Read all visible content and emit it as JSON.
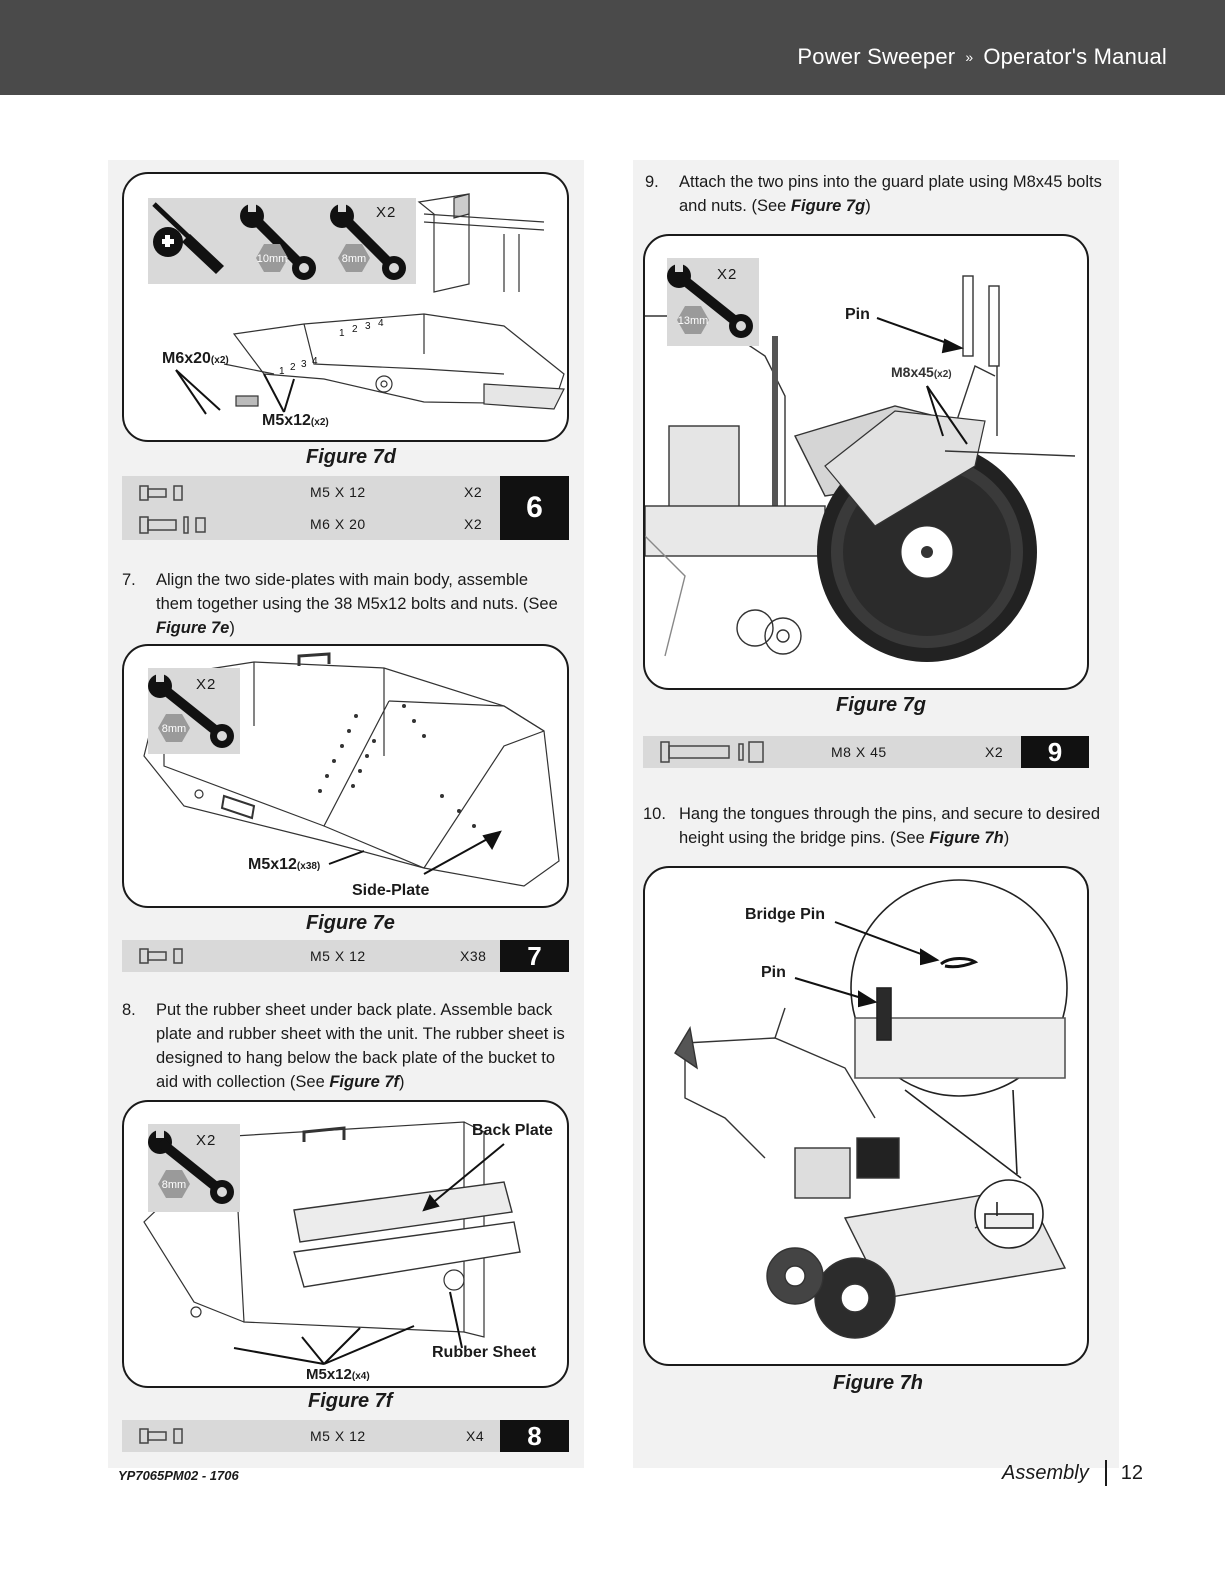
{
  "header": {
    "product": "Power Sweeper",
    "separator": "»",
    "manual": "Operator's Manual"
  },
  "left": {
    "fig7d": {
      "tool_qty": "X2",
      "tools": [
        "screwdriver-icon",
        "wrench-10mm-icon",
        "wrench-8mm-icon"
      ],
      "wrench1_size": "10mm",
      "wrench2_size": "8mm",
      "callout_a": "M6x20",
      "callout_a_qty": "(x2)",
      "callout_b": "M5x12",
      "callout_b_qty": "(x2)",
      "part_numbers": [
        "1",
        "2",
        "3",
        "4"
      ],
      "caption": "Figure 7d",
      "hardware": [
        {
          "spec": "M5 X 12",
          "qty": "X2"
        },
        {
          "spec": "M6 X 20",
          "qty": "X2"
        }
      ],
      "step_badge": "6"
    },
    "step7": {
      "num": "7.",
      "text": "Align the two side-plates with main body, assemble them together using the 38 M5x12 bolts and nuts. (See ",
      "ref": "Figure 7e",
      "close": ")"
    },
    "fig7e": {
      "tool_qty": "X2",
      "wrench_size": "8mm",
      "callout_a": "M5x12",
      "callout_a_qty": "(x38)",
      "callout_b": "Side-Plate",
      "caption": "Figure 7e",
      "hardware": [
        {
          "spec": "M5 X 12",
          "qty": "X38"
        }
      ],
      "step_badge": "7"
    },
    "step8": {
      "num": "8.",
      "text": "Put the rubber sheet under back plate.  Assemble back plate and rubber sheet with the unit. The rubber sheet is designed to hang below the back plate of the bucket to aid with collection (See ",
      "ref": "Figure 7f",
      "close": ")"
    },
    "fig7f": {
      "tool_qty": "X2",
      "wrench_size": "8mm",
      "callout_a": "Back Plate",
      "callout_b": "Rubber Sheet",
      "callout_c": "M5x12",
      "callout_c_qty": "(x4)",
      "caption": "Figure 7f",
      "hardware": [
        {
          "spec": "M5 X 12",
          "qty": "X4"
        }
      ],
      "step_badge": "8"
    }
  },
  "right": {
    "step9": {
      "num": "9.",
      "text": "Attach the two pins into the guard plate using M8x45 bolts and nuts. (See ",
      "ref": "Figure 7g",
      "close": ")"
    },
    "fig7g": {
      "tool_qty": "X2",
      "wrench_size": "13mm",
      "callout_a": "Pin",
      "callout_b": "M8x45",
      "callout_b_qty": "(x2)",
      "caption": "Figure 7g",
      "hardware": [
        {
          "spec": "M8 X 45",
          "qty": "X2"
        }
      ],
      "step_badge": "9"
    },
    "step10": {
      "num": "10.",
      "text": "Hang the tongues through the pins, and secure to desired height using the bridge pins. (See ",
      "ref": "Figure 7h",
      "close": ")"
    },
    "fig7h": {
      "callout_a": "Bridge Pin",
      "callout_b": "Pin",
      "caption": "Figure 7h"
    }
  },
  "footer": {
    "doc_code": "YP7065PM02 - 1706",
    "section": "Assembly",
    "page": "12"
  }
}
